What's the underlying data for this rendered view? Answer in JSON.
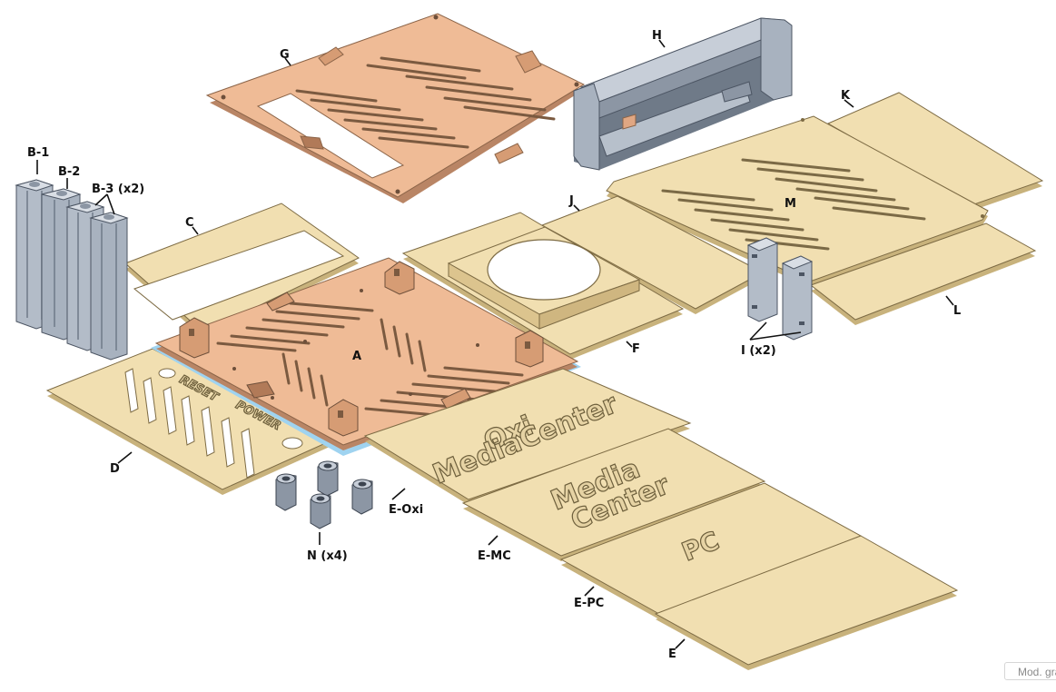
{
  "labels": {
    "a": "A",
    "b1": "B-1",
    "b2": "B-2",
    "b3": "B-3 (x2)",
    "c": "C",
    "d": "D",
    "e": "E",
    "e_oxi": "E-Oxi",
    "e_mc": "E-MC",
    "e_pc": "E-PC",
    "f": "F",
    "g": "G",
    "h": "H",
    "i": "I (x2)",
    "j": "J",
    "k": "K",
    "l": "L",
    "m": "M",
    "n": "N (x4)"
  },
  "engraving": {
    "oxi_line1": "Oxi",
    "oxi_line2": "MediaCenter",
    "mc_line1": "Media",
    "mc_line2": "Center",
    "pc": "PC",
    "reset": "RESET",
    "power": "POWER"
  },
  "badge": {
    "text": "Mod. grafic"
  },
  "colors": {
    "wood": "#f1dfb1",
    "wood_edge": "#c8b27c",
    "copper": "#efbb96",
    "copper_edge": "#b98565",
    "metal": "#a8b2bf",
    "metal_dark": "#6f7a88",
    "outline": "#4a4030"
  }
}
